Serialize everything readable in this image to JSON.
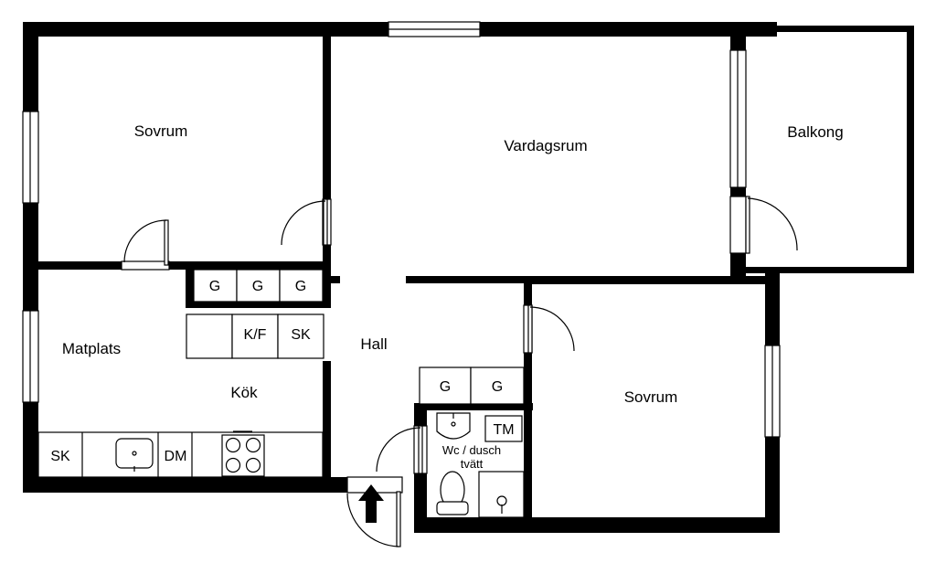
{
  "rooms": {
    "bedroom_top_left": "Sovrum",
    "living_room": "Vardagsrum",
    "balcony": "Balkong",
    "dining": "Matplats",
    "kitchen": "Kök",
    "hall": "Hall",
    "bedroom_right": "Sovrum",
    "bathroom_line1": "Wc / dusch",
    "bathroom_line2": "tvätt"
  },
  "fixtures": {
    "wardrobe_top_1": "G",
    "wardrobe_top_2": "G",
    "wardrobe_top_3": "G",
    "fridge_freezer": "K/F",
    "closet_mid": "SK",
    "wardrobe_hall_1": "G",
    "wardrobe_hall_2": "G",
    "dryer": "TM",
    "closet_kitchen": "SK",
    "dishwasher": "DM"
  }
}
